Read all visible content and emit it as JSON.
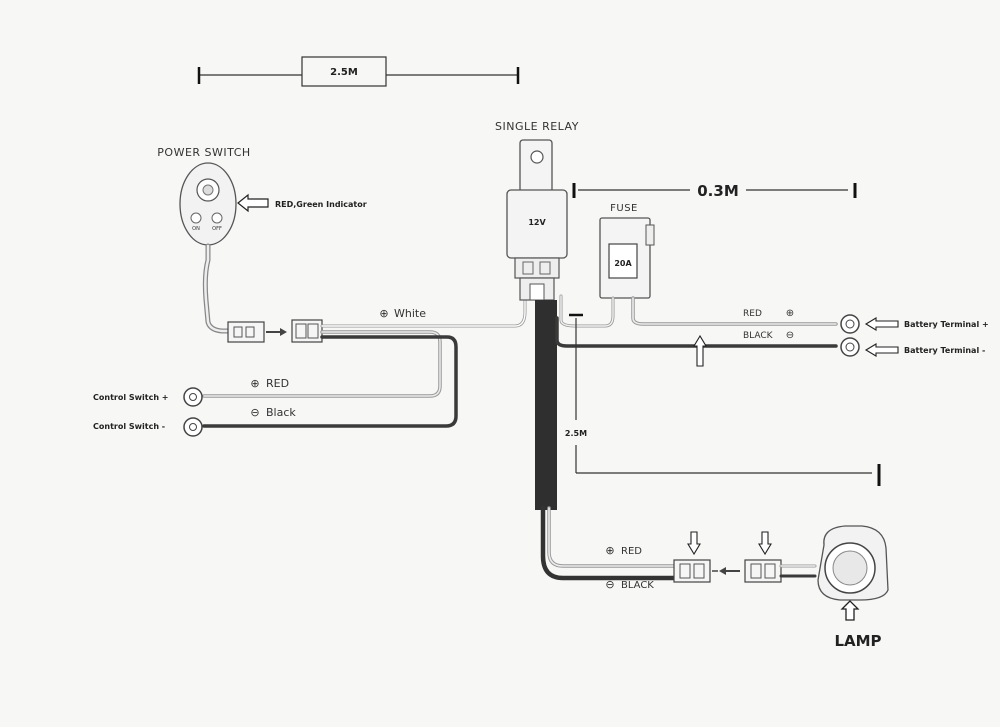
{
  "dimensions": {
    "top": "2.5M",
    "relay_to_fuse": "0.3M",
    "relay_to_lamp": "2.5M"
  },
  "components": {
    "power_switch": {
      "title": "POWER SWITCH",
      "indicator_note": "RED,Green Indicator",
      "on_label": "ON",
      "off_label": "OFF"
    },
    "relay": {
      "title": "SINGLE RELAY",
      "voltage": "12V"
    },
    "fuse": {
      "title": "FUSE",
      "rating": "20A"
    },
    "lamp": {
      "title": "LAMP"
    }
  },
  "wires": {
    "white": "White",
    "switch_red": "RED",
    "switch_black": "Black",
    "battery_red": "RED",
    "battery_black": "BLACK",
    "lamp_red": "RED",
    "lamp_black": "BLACK"
  },
  "polarity": {
    "positive": "⊕",
    "negative": "⊖"
  },
  "terminals": {
    "control_pos": "Control Switch +",
    "control_neg": "Control Switch -",
    "battery_pos": "Battery Terminal +",
    "battery_neg": "Battery Terminal -"
  },
  "colors": {
    "wire_dark": "#3a3a3a",
    "wire_light": "#9a9a9a",
    "outline": "#555555"
  }
}
